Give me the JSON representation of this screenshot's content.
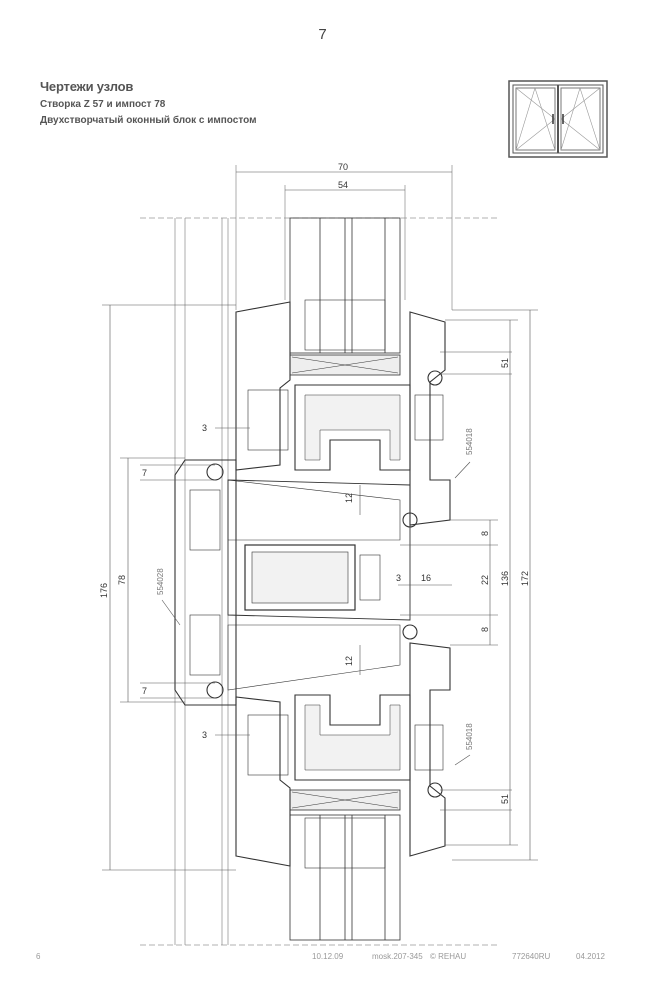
{
  "page_number": "7",
  "header": {
    "title": "Чертежи узлов",
    "subtitle": "Створка Z 57 и импост 78",
    "description": "Двухстворчатый оконный блок с импостом"
  },
  "thumbnail": {
    "icon": "double-casement-window-icon"
  },
  "drawing": {
    "dimensions": {
      "d70": "70",
      "d54": "54",
      "d176": "176",
      "d78": "78",
      "d7a": "7",
      "d7b": "7",
      "d3a": "3",
      "d3b": "3",
      "d12a": "12",
      "d12b": "12",
      "d3c": "3",
      "d16": "16",
      "d8a": "8",
      "d8b": "8",
      "d22": "22",
      "d136": "136",
      "d172": "172",
      "d51a": "51",
      "d51b": "51"
    },
    "part_labels": {
      "top": "554018",
      "mullion": "554028",
      "bottom": "554018"
    }
  },
  "footer": {
    "page": "6",
    "date": "10.12.09",
    "code": "mosk.207-345",
    "brand": "© REHAU",
    "doc_number": "772640RU",
    "edition": "04.2012"
  }
}
